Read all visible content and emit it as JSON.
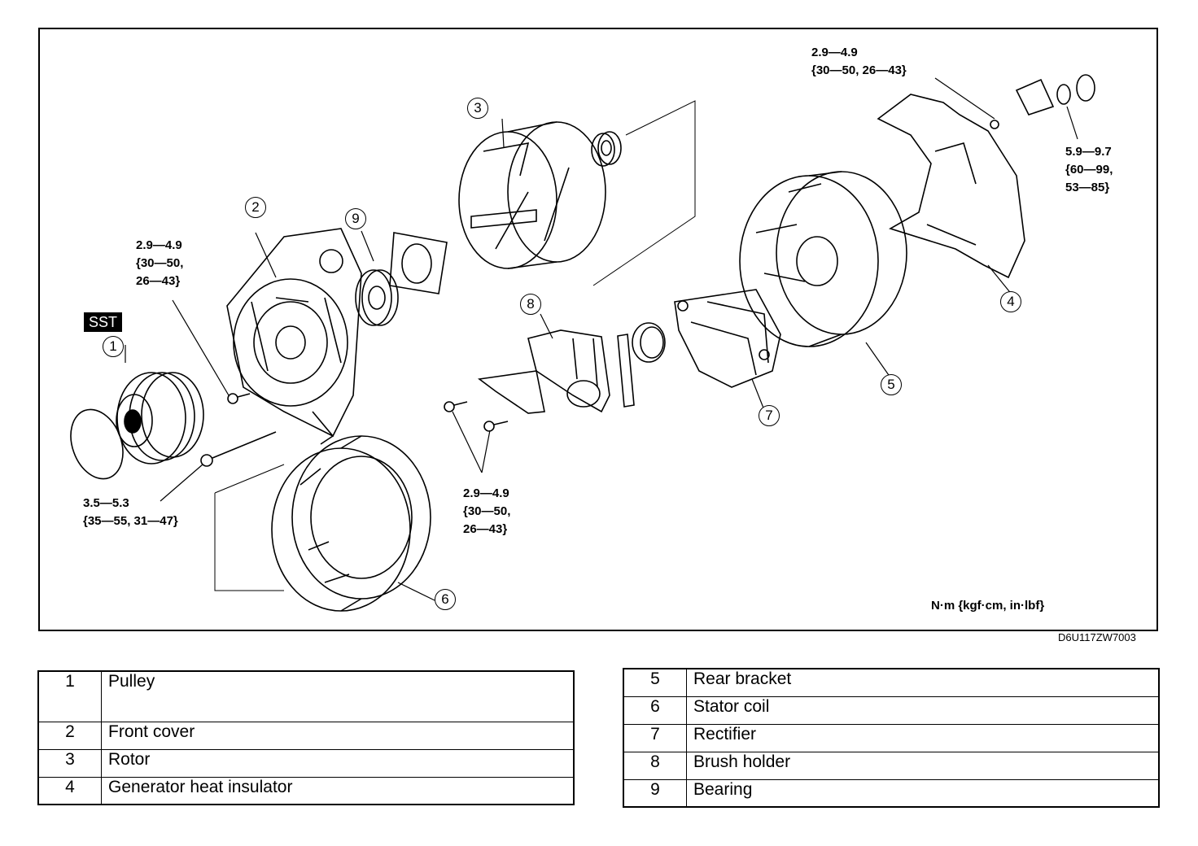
{
  "figure": {
    "unit_label": "N·m {kgf·cm, in·lbf}",
    "reference_code": "D6U117ZW7003",
    "sst_label": "SST",
    "torque_specs": [
      {
        "id": "t1",
        "text": "2.9—4.9\n{30—50, 26—43}"
      },
      {
        "id": "t2",
        "text": "5.9—9.7\n{60—99,\n53—85}"
      },
      {
        "id": "t3",
        "text": "2.9—4.9\n{30—50,\n26—43}"
      },
      {
        "id": "t4",
        "text": "3.5—5.3\n{35—55, 31—47}"
      },
      {
        "id": "t5",
        "text": "2.9—4.9\n{30—50,\n26—43}"
      }
    ],
    "callouts": [
      "1",
      "2",
      "3",
      "4",
      "5",
      "6",
      "7",
      "8",
      "9"
    ]
  },
  "parts_table_left": [
    {
      "no": "1",
      "name": "Pulley"
    },
    {
      "no": "2",
      "name": "Front cover"
    },
    {
      "no": "3",
      "name": "Rotor"
    },
    {
      "no": "4",
      "name": "Generator heat insulator"
    }
  ],
  "parts_table_right": [
    {
      "no": "5",
      "name": "Rear bracket"
    },
    {
      "no": "6",
      "name": "Stator coil"
    },
    {
      "no": "7",
      "name": "Rectifier"
    },
    {
      "no": "8",
      "name": "Brush holder"
    },
    {
      "no": "9",
      "name": "Bearing"
    }
  ]
}
